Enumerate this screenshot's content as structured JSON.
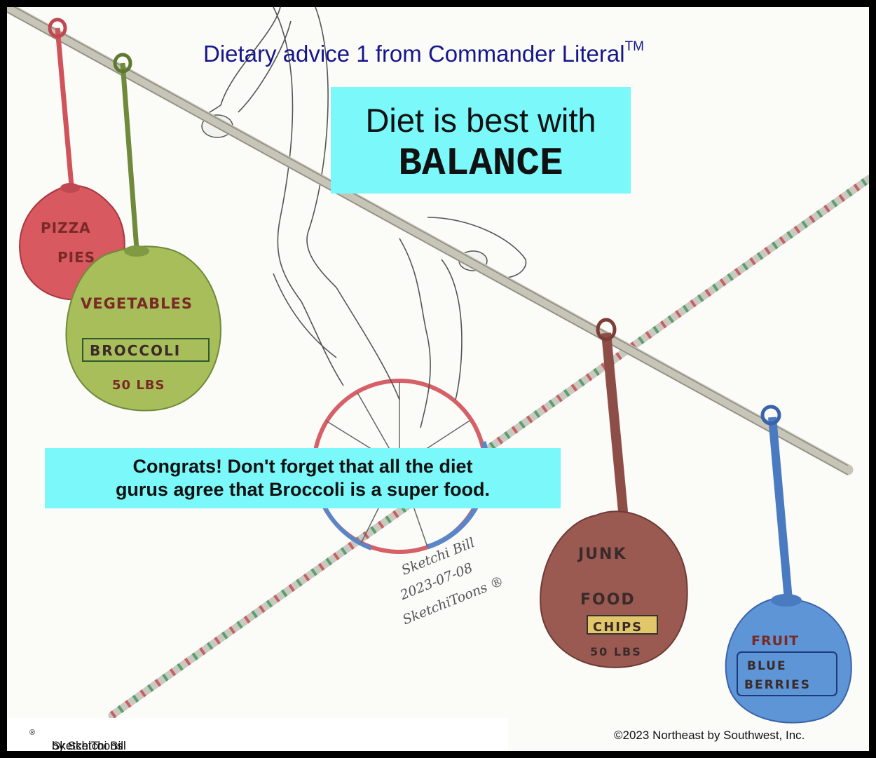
{
  "header": {
    "title": "Dietary advice 1 from Commander Literal",
    "trademark": "TM"
  },
  "callout_main": {
    "line1": "Diet is best with",
    "line2": "BALANCE"
  },
  "callout_tip": {
    "line1": "Congrats! Don't forget that all the diet",
    "line2": "gurus agree that Broccoli is a super food."
  },
  "weights": {
    "pizza": {
      "line1": "PIZZA",
      "line2": "PIES",
      "color": "#d8595f"
    },
    "vegetables": {
      "line1": "VEGETABLES",
      "label": "BROCCOLI",
      "weight": "50 LBS",
      "color": "#a8be5a"
    },
    "junk": {
      "line1": "JUNK",
      "line2": "FOOD",
      "label": "CHIPS",
      "weight": "50 LBS",
      "color": "#9a5a52"
    },
    "fruit": {
      "line1": "FRUIT",
      "label1": "BLUE",
      "label2": "BERRIES",
      "color": "#5d95d6"
    }
  },
  "signature": {
    "line1": "Sketchi Bill",
    "line2": "2023-07-08",
    "line3": "SketchiToons ®"
  },
  "footer": {
    "left_brand": "SketchiToons",
    "left_reg": "®",
    "left_rest": " by Sketchi Bill",
    "right": "©2023 Northeast by Southwest, Inc."
  }
}
